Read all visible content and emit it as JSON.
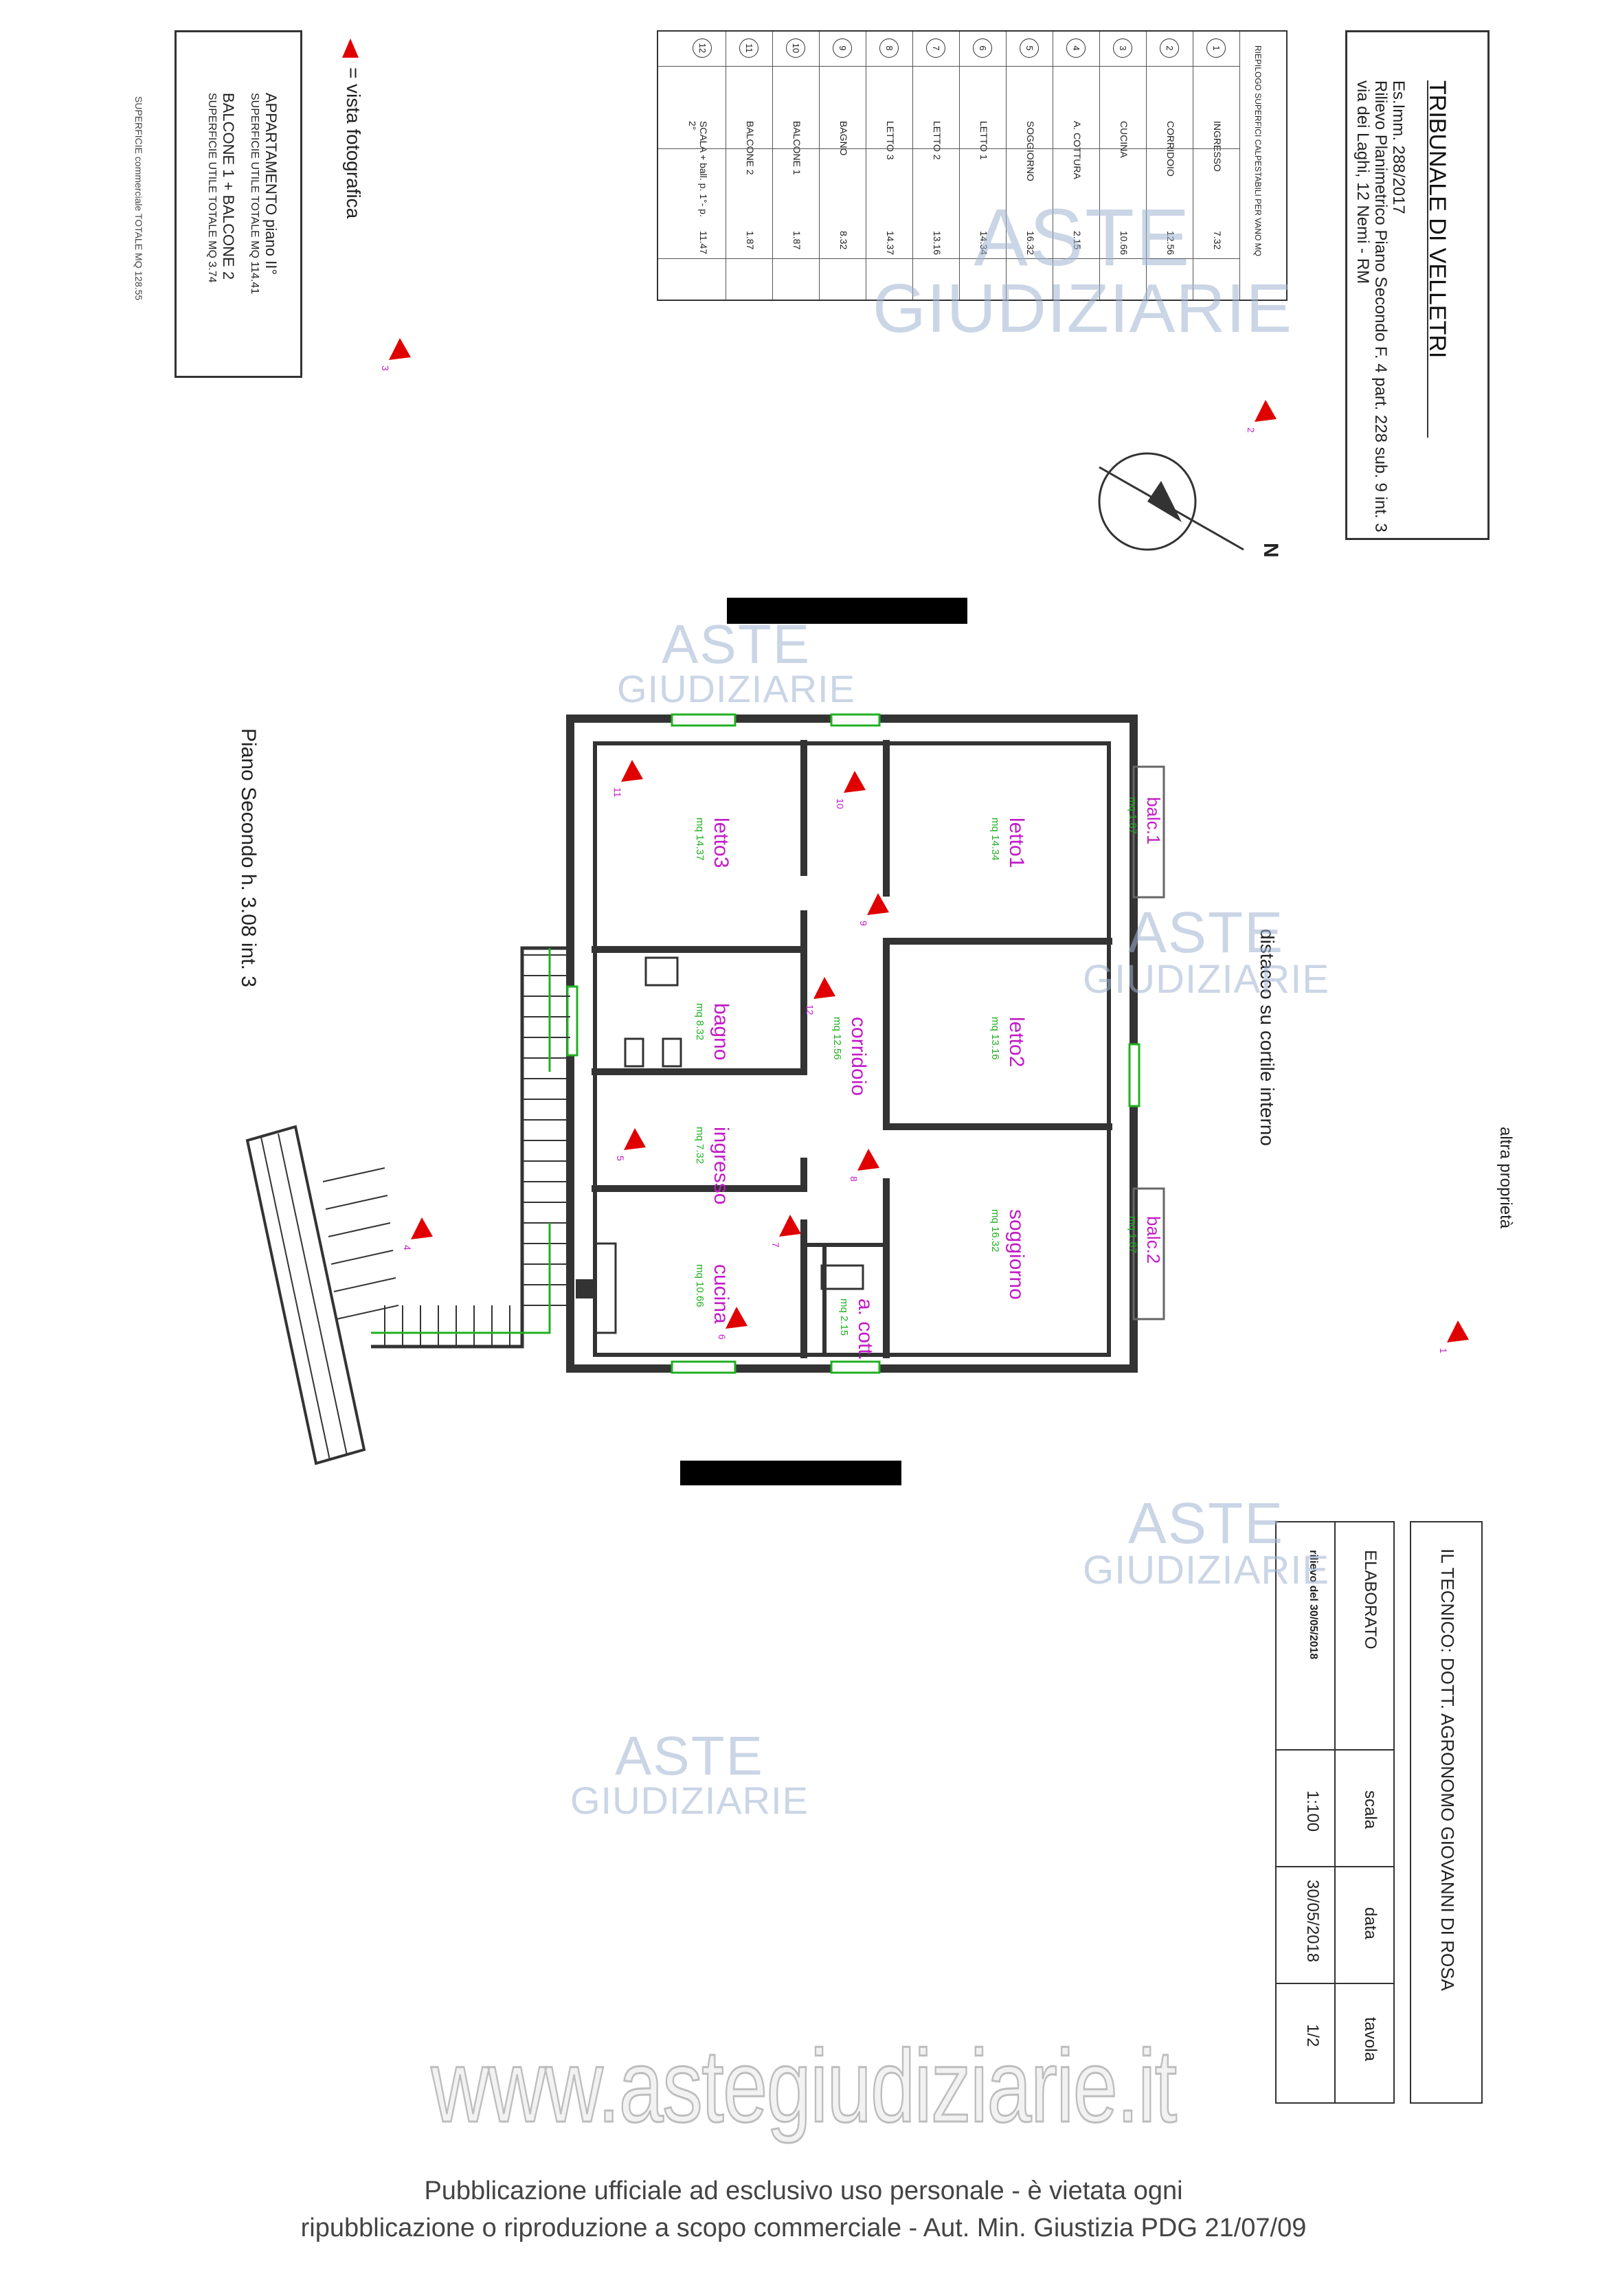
{
  "title_block": {
    "court": "TRIBUNALE DI VELLETRI",
    "case": "Es.Imm.    288/2017",
    "survey": "Rilievo Planimetrico Piano Secondo F. 4 part. 228 sub. 9 int. 3",
    "address": "via dei Laghi, 12  Nemi - RM"
  },
  "surface_table": {
    "header": "RIEPILOGO SUPERFICI CALPESTABILI PER VANO MQ",
    "rows": [
      {
        "n": "1",
        "name": "INGRESSO",
        "mq": "7.32"
      },
      {
        "n": "2",
        "name": "CORRIDOIO",
        "mq": "12.56"
      },
      {
        "n": "3",
        "name": "CUCINA",
        "mq": "10.66"
      },
      {
        "n": "4",
        "name": "A. COTTURA",
        "mq": "2.15"
      },
      {
        "n": "5",
        "name": "SOGGIORNO",
        "mq": "16.32"
      },
      {
        "n": "6",
        "name": "LETTO 1",
        "mq": "14.34"
      },
      {
        "n": "7",
        "name": "LETTO 2",
        "mq": "13.16"
      },
      {
        "n": "8",
        "name": "LETTO 3",
        "mq": "14.37"
      },
      {
        "n": "9",
        "name": "BAGNO",
        "mq": "8.32"
      },
      {
        "n": "10",
        "name": "BALCONE 1",
        "mq": "1.87"
      },
      {
        "n": "11",
        "name": "BALCONE 2",
        "mq": "1.87"
      },
      {
        "n": "12",
        "name": "SCALA + ball. p. 1°- p. 2°",
        "mq": "11.47"
      }
    ]
  },
  "legend": {
    "symbol_text": "= vista fotografica"
  },
  "summary_box": {
    "line1": "APPARTAMENTO  piano II°",
    "line2": "SUPERFICIE UTILE TOTALE MQ  114.41",
    "line3": "BALCONE 1 + BALCONE 2",
    "line4": "SUPERFICIE UTILE TOTALE MQ   3.74",
    "total": "SUPERFICIE commerciale TOTALE MQ  128.55"
  },
  "plan": {
    "floor_caption": "Piano Secondo h. 3.08 int. 3",
    "north": "N",
    "note_courtyard": "distacco su cortile interno",
    "note_property": "altra proprietà",
    "rooms": [
      {
        "name": "letto3",
        "area": "mq 14.37"
      },
      {
        "name": "letto1",
        "area": "mq 14.34"
      },
      {
        "name": "balc.1",
        "area": "mq 1.87"
      },
      {
        "name": "bagno",
        "area": "mq 8.32"
      },
      {
        "name": "corridoio",
        "area": "mq 12.56"
      },
      {
        "name": "letto2",
        "area": "mq 13.16"
      },
      {
        "name": "ingresso",
        "area": "mq 7.32"
      },
      {
        "name": "soggiorno",
        "area": "mq 16.32"
      },
      {
        "name": "balc.2",
        "area": "mq 1.87"
      },
      {
        "name": "cucina",
        "area": "mq 10.66"
      },
      {
        "name": "a. cott.",
        "area": "mq 2.15"
      }
    ],
    "view_markers": [
      "1",
      "2",
      "3",
      "4",
      "5",
      "6",
      "7",
      "8",
      "9",
      "10",
      "11",
      "12"
    ]
  },
  "technician_block": {
    "technician": "IL TECNICO: DOTT. AGRONOMO GIOVANNI DI ROSA",
    "elaborato_label": "ELABORATO",
    "survey_date": "rilievo del 30/05/2018",
    "scale_label": "scala",
    "scale_value": "1:100",
    "date_label": "data",
    "date_value": "30/05/2018",
    "sheet_label": "tavola",
    "sheet_value": "1/2"
  },
  "watermark": {
    "brand_top": "ASTE",
    "brand_bottom": "GIUDIZIARIE",
    "site": "www.astegiudiziarie.it"
  },
  "footer": {
    "line1": "Pubblicazione ufficiale ad esclusivo uso personale - è vietata ogni",
    "line2": "ripubblicazione o riproduzione a scopo commerciale - Aut. Min. Giustizia PDG 21/07/09"
  },
  "colors": {
    "room_label": "#c21bc7",
    "area_label": "#20b020",
    "wall": "#333333",
    "marker": "#e00000",
    "watermark": "#9fb4d2"
  }
}
